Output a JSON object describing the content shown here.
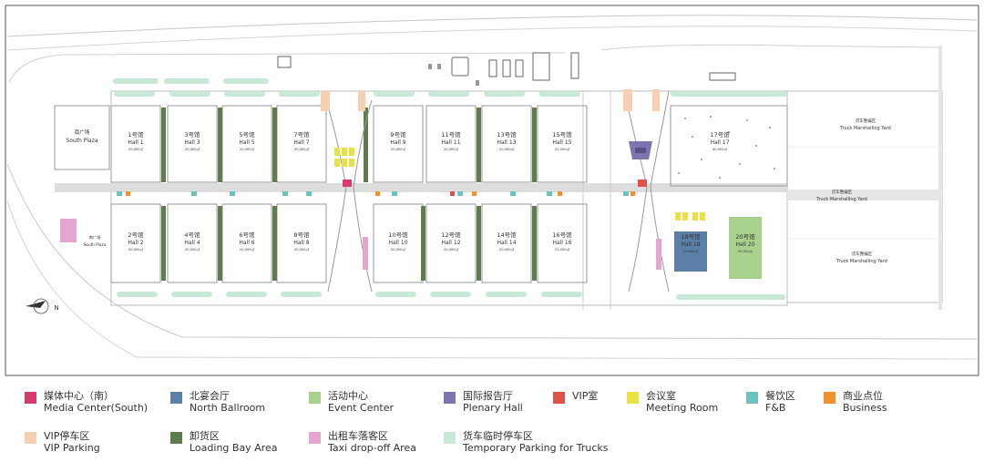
{
  "halls": [
    {
      "id": "1",
      "name_cn": "1号馆",
      "name_en": "Hall 1",
      "area": "20,000㎡"
    },
    {
      "id": "3",
      "name_cn": "3号馆",
      "name_en": "Hall 3",
      "area": "20,000㎡"
    },
    {
      "id": "5",
      "name_cn": "5号馆",
      "name_en": "Hall 5",
      "area": "20,000㎡"
    },
    {
      "id": "7",
      "name_cn": "7号馆",
      "name_en": "Hall 7",
      "area": "20,000㎡"
    },
    {
      "id": "9",
      "name_cn": "9号馆",
      "name_en": "Hall 9",
      "area": "20,000㎡"
    },
    {
      "id": "11",
      "name_cn": "11号馆",
      "name_en": "Hall 11",
      "area": "20,000㎡"
    },
    {
      "id": "13",
      "name_cn": "13号馆",
      "name_en": "Hall 13",
      "area": "20,000㎡"
    },
    {
      "id": "15",
      "name_cn": "15号馆",
      "name_en": "Hall 15",
      "area": "20,000㎡"
    },
    {
      "id": "17",
      "name_cn": "17号馆",
      "name_en": "Hall 17",
      "area": "40,000㎡"
    },
    {
      "id": "2",
      "name_cn": "2号馆",
      "name_en": "Hall 2",
      "area": "20,000㎡"
    },
    {
      "id": "4",
      "name_cn": "4号馆",
      "name_en": "Hall 4",
      "area": "20,000㎡"
    },
    {
      "id": "6",
      "name_cn": "6号馆",
      "name_en": "Hall 6",
      "area": "20,000㎡"
    },
    {
      "id": "8",
      "name_cn": "8号馆",
      "name_en": "Hall 8",
      "area": "20,000㎡"
    },
    {
      "id": "10",
      "name_cn": "10号馆",
      "name_en": "Hall 10",
      "area": "20,000㎡"
    },
    {
      "id": "12",
      "name_cn": "12号馆",
      "name_en": "Hall 12",
      "area": "20,000㎡"
    },
    {
      "id": "14",
      "name_cn": "14号馆",
      "name_en": "Hall 14",
      "area": "20,000㎡"
    },
    {
      "id": "16",
      "name_cn": "16号馆",
      "name_en": "Hall 16",
      "area": "20,000㎡"
    },
    {
      "id": "18",
      "name_cn": "18号馆",
      "name_en": "Hall 18",
      "area": "20,000㎡"
    },
    {
      "id": "20",
      "name_cn": "20号馆",
      "name_en": "Hall 20",
      "area": "20,000㎡"
    }
  ],
  "plaza_main": {
    "cn": "南广场",
    "en": "South Plaza"
  },
  "plaza_small": {
    "cn": "南广场",
    "en": "South Plaza"
  },
  "yard_label": {
    "cn": "货车整编区",
    "en": "Truck Marshalling Yard"
  },
  "compass": {
    "north": "N"
  },
  "legend": [
    {
      "key": "media",
      "cn": "媒体中心（南）",
      "en": "Media Center(South)",
      "color": "#d63a6e"
    },
    {
      "key": "ballroom",
      "cn": "北宴会厅",
      "en": "North Ballroom",
      "color": "#5b7fa6"
    },
    {
      "key": "event",
      "cn": "活动中心",
      "en": "Event Center",
      "color": "#a9d18e"
    },
    {
      "key": "plenary",
      "cn": "国际报告厅",
      "en": "Plenary Hall",
      "color": "#7e74b0"
    },
    {
      "key": "vip",
      "cn": "VIP室",
      "en": "",
      "color": "#e0514a"
    },
    {
      "key": "meeting",
      "cn": "会议室",
      "en": "Meeting Room",
      "color": "#eae244"
    },
    {
      "key": "fb",
      "cn": "餐饮区",
      "en": "F&B",
      "color": "#6cc3bd"
    },
    {
      "key": "business",
      "cn": "商业点位",
      "en": "Business",
      "color": "#f2922b"
    },
    {
      "key": "vipparking",
      "cn": "VIP停车区",
      "en": "VIP Parking",
      "color": "#f7cfb3"
    },
    {
      "key": "loading",
      "cn": "卸货区",
      "en": "Loading Bay Area",
      "color": "#5f7d4c"
    },
    {
      "key": "taxi",
      "cn": "出租车落客区",
      "en": "Taxi drop-off Area",
      "color": "#e4a6cf"
    },
    {
      "key": "truckpark",
      "cn": "货车临时停车区",
      "en": "Temporary Parking for Trucks",
      "color": "#c8e8d8"
    }
  ]
}
